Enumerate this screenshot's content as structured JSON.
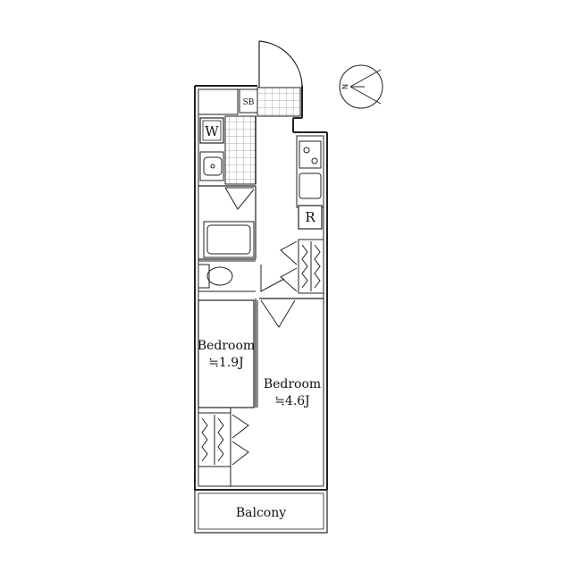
{
  "rooms": {
    "bedroom_small": {
      "name": "Bedroom",
      "size": "≒1.9J"
    },
    "bedroom_large": {
      "name": "Bedroom",
      "size": "≒4.6J"
    },
    "balcony": {
      "name": "Balcony"
    }
  },
  "fixtures": {
    "washer": "W",
    "refrigerator": "R",
    "shoe_box": "SB"
  },
  "compass": {
    "letter": "N"
  },
  "colors": {
    "line": "#222222",
    "wall": "#222222",
    "tile": "#888888"
  }
}
